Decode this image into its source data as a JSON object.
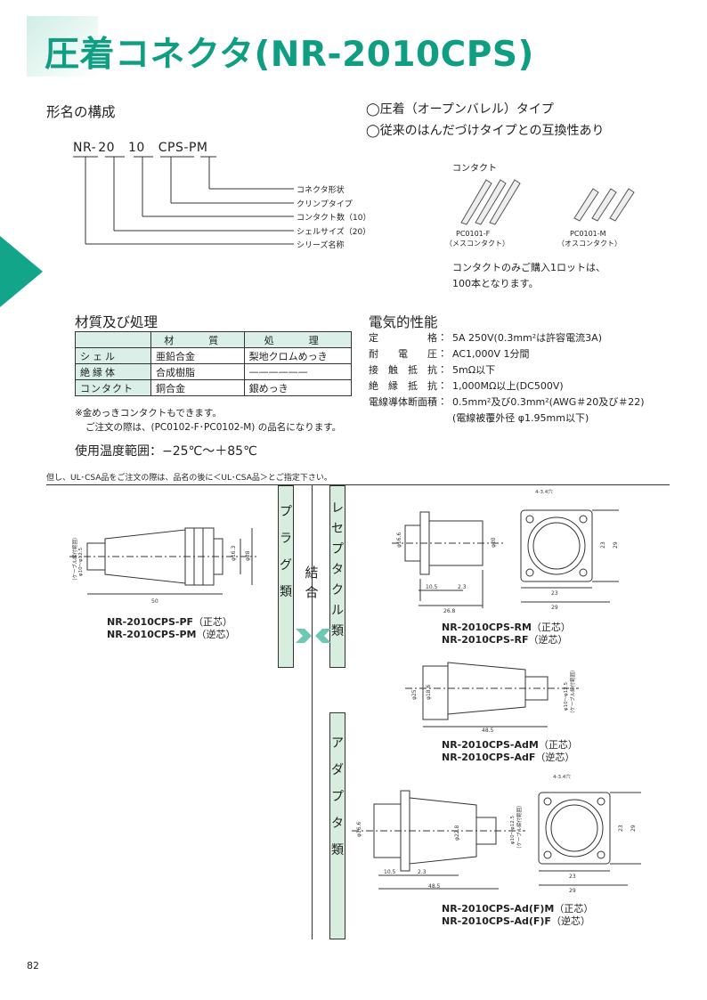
{
  "title": "圧着コネクタ(NR-2010CPS)",
  "sections": {
    "naming": "形名の構成",
    "material": "材質及び処理",
    "electrical": "電気的性能",
    "temperature": "使用温度範囲：−25℃〜＋85℃"
  },
  "features": [
    "◯圧着（オープンバレル）タイプ",
    "◯従来のはんだづけタイプとの互換性あり"
  ],
  "part_number": {
    "parts": [
      "NR",
      "-",
      "20",
      "10",
      "CPS",
      "-",
      "PM"
    ],
    "legend": [
      "コネクタ形状",
      "クリンプタイプ",
      "コンタクト数（10）",
      "シェルサイズ（20）",
      "シリーズ名称"
    ]
  },
  "contacts": {
    "heading": "コンタクト",
    "female_code": "PC0101-F",
    "female_name": "（メスコンタクト）",
    "male_code": "PC0101-M",
    "male_name": "（オスコンタクト）",
    "note_line1": "コンタクトのみご購入1ロットは、",
    "note_line2": "100本となります。"
  },
  "material_table": {
    "headers": [
      "材　質",
      "処　理"
    ],
    "rows": [
      {
        "part": "シェル",
        "material": "亜鉛合金",
        "finish": "梨地クロムめっき"
      },
      {
        "part": "絶縁体",
        "material": "合成樹脂",
        "finish": "——————"
      },
      {
        "part": "コンタクト",
        "material": "銅合金",
        "finish": "銀めっき"
      }
    ],
    "note1": "※金めっきコンタクトもできます。",
    "note2": "ご注文の際は、(PC0102-F･PC0102-M) の品名になります。"
  },
  "electrical": [
    {
      "label": "定　　　　　格",
      "value": "5A 250V(0.3mm²は許容電流3A)"
    },
    {
      "label": "耐　　電　　圧",
      "value": "AC1,000V 1分間"
    },
    {
      "label": "接　触　抵　抗",
      "value": "5mΩ以下"
    },
    {
      "label": "絶　縁　抵　抗",
      "value": "1,000MΩ以上(DC500V)"
    },
    {
      "label": "電線導体断面積",
      "value": "0.5mm²及び0.3mm²(AWG＃20及び＃22)"
    },
    {
      "label": "",
      "value": "(電線被覆外径 φ1.95mm以下)"
    }
  ],
  "ul_note": "但し、UL･CSA品をご注文の際は、品名の後に＜UL･CSA品＞とご指定下さい。",
  "categories": {
    "plug": "プラグ類",
    "coupling": "結合",
    "receptacle": "レセプタクル類",
    "adapter": "アダプタ類"
  },
  "models": {
    "plug_a": "NR-2010CPS-PF",
    "plug_a_tag": "（正芯）",
    "plug_b": "NR-2010CPS-PM",
    "plug_b_tag": "（逆芯）",
    "rec_a": "NR-2010CPS-RM",
    "rec_a_tag": "（正芯）",
    "rec_b": "NR-2010CPS-RF",
    "rec_b_tag": "（逆芯）",
    "ad_a": "NR-2010CPS-AdM",
    "ad_a_tag": "（正芯）",
    "ad_b": "NR-2010CPS-AdF",
    "ad_b_tag": "（逆芯）",
    "adf_a": "NR-2010CPS-Ad(F)M",
    "adf_a_tag": "（正芯）",
    "adf_b": "NR-2010CPS-Ad(F)F",
    "adf_b_tag": "（逆芯）"
  },
  "dimensions": {
    "plug_len": "50",
    "plug_d1": "φ16.3",
    "plug_d2": "φ28",
    "cable_range": "（ケーブル締付範囲）",
    "cable_dia": "φ10〜φ12.5",
    "rec_d1": "φ16.6",
    "rec_d2": "φ20",
    "rec_a": "10.5",
    "rec_b": "2.3",
    "rec_len": "26.8",
    "hole": "4-3.4穴",
    "sq_inner": "23",
    "sq_outer": "29",
    "ad_d1": "φ25",
    "ad_d2": "φ18.6",
    "ad_len": "48.5",
    "adf_d1": "φ16.6",
    "adf_d2": "φ22.8"
  },
  "page_number": "82",
  "colors": {
    "accent": "#0f9e82",
    "band": "#d7eedf"
  }
}
